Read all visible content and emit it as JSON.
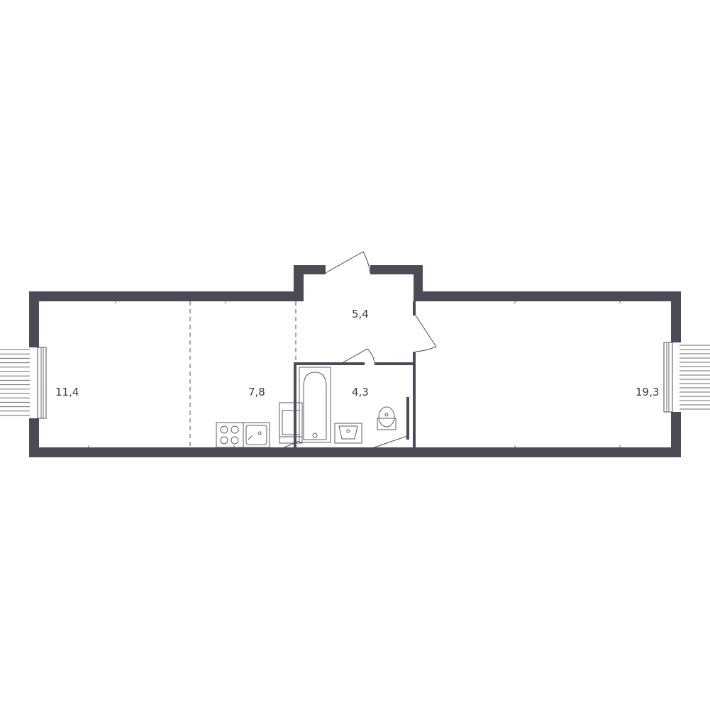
{
  "plan": {
    "colors": {
      "wall": "#4a4b55",
      "text": "#3a3b44",
      "background": "#ffffff"
    },
    "rooms": [
      {
        "id": "room-left",
        "area": "11,4"
      },
      {
        "id": "room-kitchen",
        "area": "7,8"
      },
      {
        "id": "room-hall",
        "area": "5,4"
      },
      {
        "id": "room-bath",
        "area": "4,3"
      },
      {
        "id": "room-right",
        "area": "19,3"
      }
    ],
    "fixtures": [
      "stove-icon",
      "sink-icon",
      "fridge-icon",
      "bathtub-icon",
      "washbasin-icon",
      "toilet-icon"
    ]
  }
}
